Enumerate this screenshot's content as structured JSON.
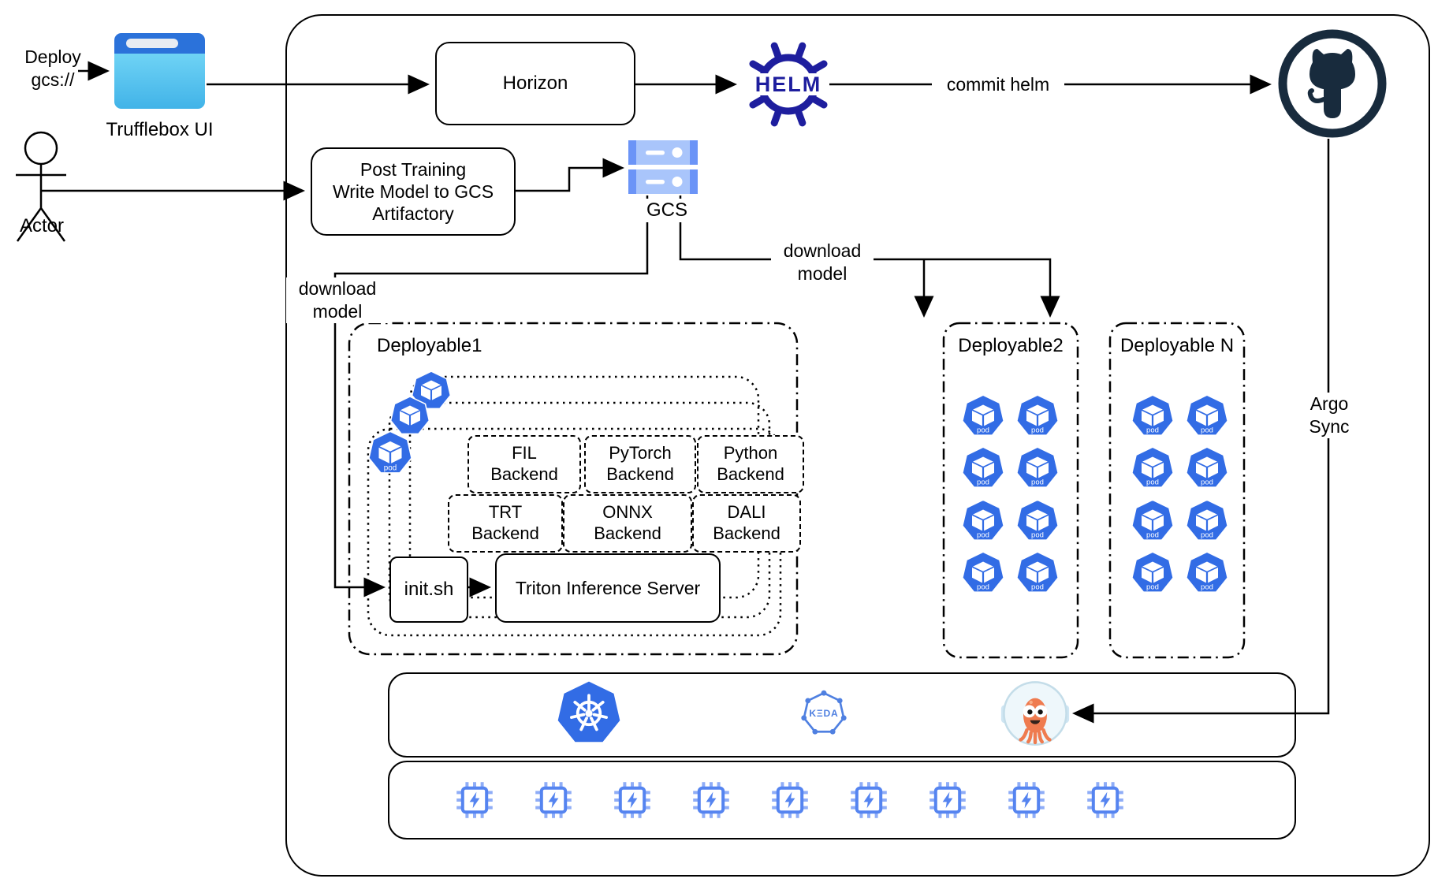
{
  "diagram": {
    "deploy_label": "Deploy\ngcs://",
    "actor_label": "Actor",
    "trufflebox_label": "Trufflebox UI",
    "horizon_label": "Horizon",
    "helm_text": "HELM",
    "commit_helm_label": "commit helm",
    "post_training_label": "Post Training\nWrite Model to GCS\nArtifactory",
    "gcs_label": "GCS",
    "download_model_left_label": "download\nmodel",
    "download_model_right_label": "download\nmodel",
    "argo_sync_label": "Argo\nSync",
    "deployable1": {
      "label": "Deployable1",
      "pod_count": 3
    },
    "deployable2": {
      "label": "Deployable2",
      "pod_count": 8
    },
    "deployableN": {
      "label": "Deployable N",
      "pod_count": 8
    },
    "backends_row1": [
      "FIL\nBackend",
      "PyTorch\nBackend",
      "Python\nBackend"
    ],
    "backends_row2": [
      "TRT\nBackend",
      "ONNX\nBackend",
      "DALI\nBackend"
    ],
    "init_label": "init.sh",
    "triton_label": "Triton Inference Server",
    "pod_label": "pod",
    "keda_text": "KΞDA",
    "gpu_chip_count": 9,
    "colors": {
      "pod_blue": "#326CE5",
      "kubernetes_blue": "#326CE5",
      "keda_blue": "#4f80e1",
      "helm_navy": "#1e1e9e",
      "github_navy": "#182b3d",
      "gcs_light": "#a9c5fb",
      "gcs_dark": "#6b94f7",
      "chip_blue": "#5584f0",
      "chip_pin": "#8fadf7",
      "argo_orange": "#ef7b4f",
      "trufflebox_header": "#2b72da",
      "trufflebox_body_top": "#6fd3f5",
      "trufflebox_body_bottom": "#41b3e8",
      "line_black": "#000000"
    }
  }
}
